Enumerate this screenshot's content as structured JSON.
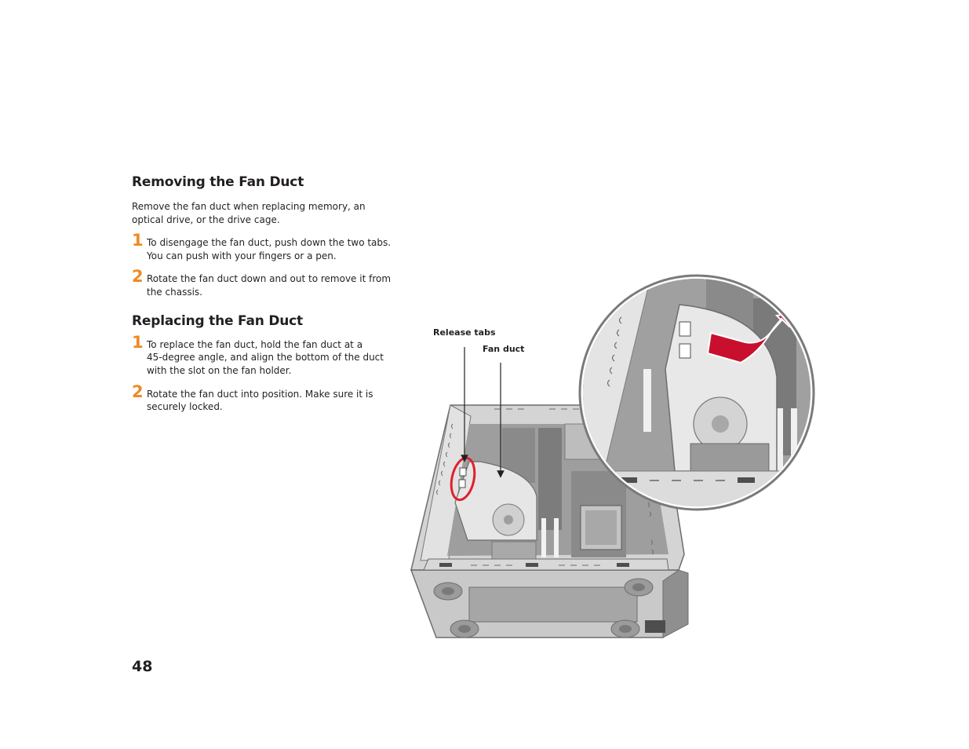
{
  "sections": [
    {
      "title": "Removing the Fan Duct",
      "intro": "Remove the fan duct when replacing memory, an optical drive, or the drive cage.",
      "steps": [
        {
          "number": "1",
          "line1": "To disengage the fan duct, push down the two tabs.",
          "line2": "You can push with your fingers or a pen."
        },
        {
          "number": "2",
          "line1": "Rotate the fan duct down and out to remove it from",
          "line2": "the chassis."
        }
      ]
    },
    {
      "title": "Replacing the Fan Duct",
      "steps": [
        {
          "number": "1",
          "line1": "To replace the fan duct, hold the fan duct at a",
          "line2": "45-degree angle, and align the bottom of the duct",
          "line3": "with the slot on the fan holder."
        },
        {
          "number": "2",
          "line1": "Rotate the fan duct into position. Make sure it is",
          "line2": "securely locked."
        }
      ]
    }
  ],
  "illustration": {
    "callouts": {
      "release_tabs": "Release tabs",
      "fan_duct": "Fan duct"
    },
    "colors": {
      "highlight_circle": "#e0202a",
      "arrow_red": "#c8102e",
      "chassis_gray": "#b8b8b8",
      "duct_light": "#e6e6e6"
    }
  },
  "page_number": "48"
}
